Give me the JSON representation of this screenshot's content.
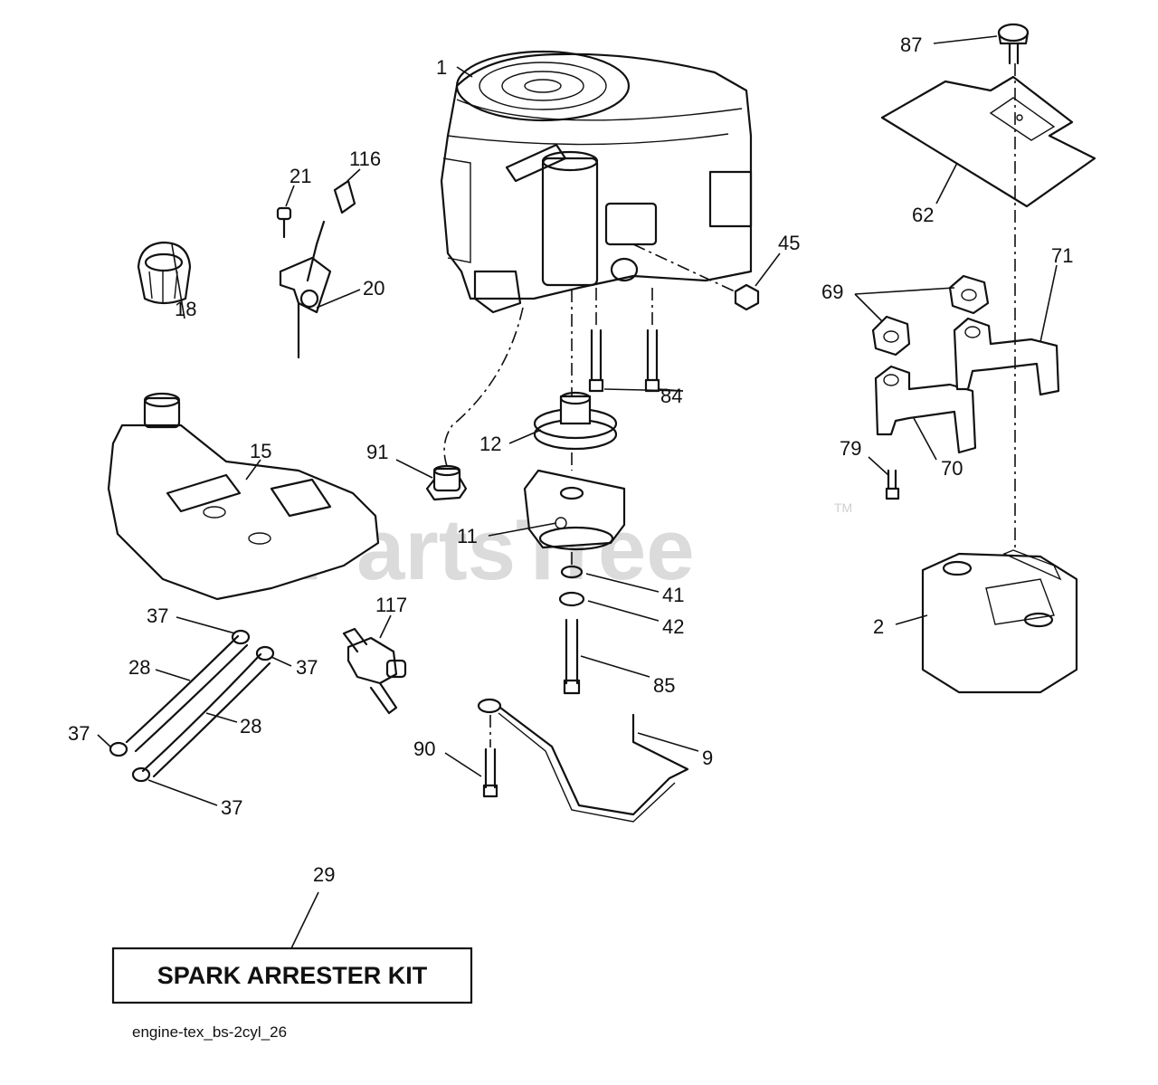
{
  "watermark": {
    "text": "PartsTree",
    "tm": "TM"
  },
  "callouts": {
    "c1": "1",
    "c2": "2",
    "c9": "9",
    "c11": "11",
    "c12": "12",
    "c15": "15",
    "c18": "18",
    "c20": "20",
    "c21": "21",
    "c28a": "28",
    "c28b": "28",
    "c29": "29",
    "c37a": "37",
    "c37b": "37",
    "c37c": "37",
    "c37d": "37",
    "c41": "41",
    "c42": "42",
    "c45": "45",
    "c62": "62",
    "c69": "69",
    "c70": "70",
    "c71": "71",
    "c79": "79",
    "c84": "84",
    "c85": "85",
    "c87": "87",
    "c90": "90",
    "c91": "91",
    "c116": "116",
    "c117": "117"
  },
  "kit_label": "SPARK ARRESTER KIT",
  "caption": "engine-tex_bs-2cyl_26"
}
